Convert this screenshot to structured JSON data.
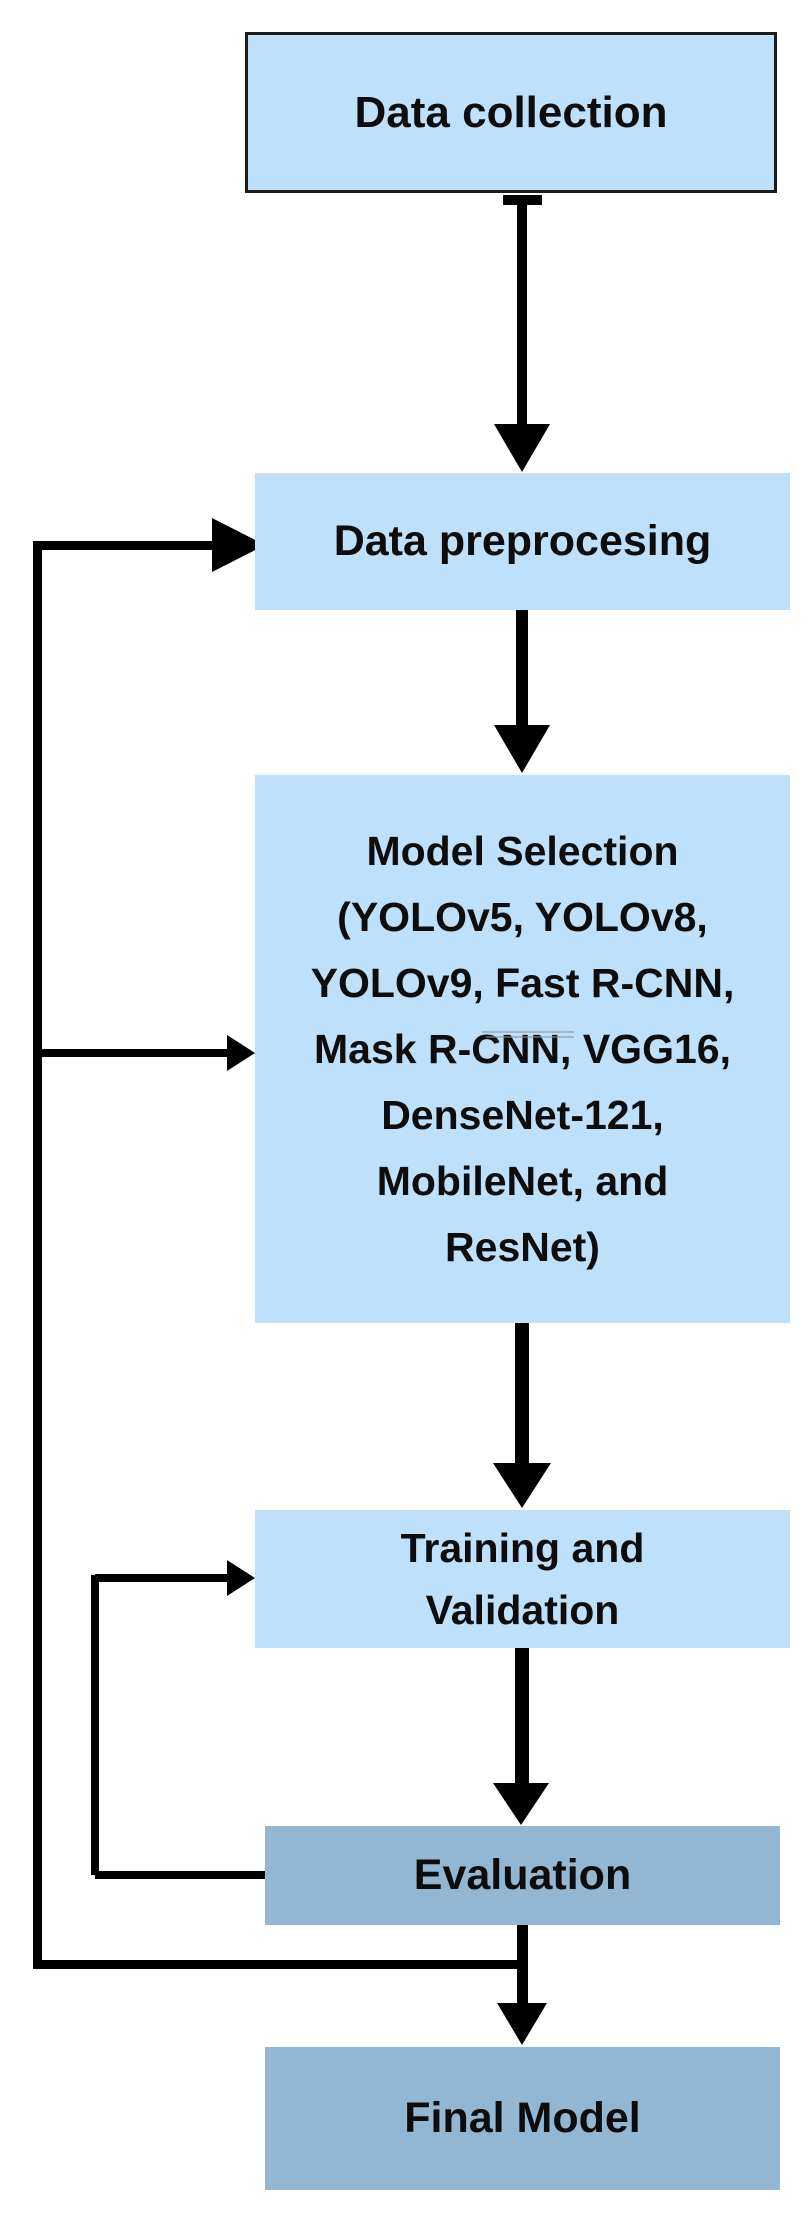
{
  "diagram": {
    "type": "flowchart",
    "background": "#ffffff",
    "colors": {
      "node_fill_light": "#bee0fb",
      "node_fill_dark": "#93b6d3",
      "node_border": "#1b1b1b",
      "connector": "#000000",
      "text": "#0d0d0d",
      "artifact_line": "#8a93a0"
    },
    "nodes": {
      "data_collection": {
        "label": "Data collection"
      },
      "data_preprocessing": {
        "label": "Data preprocesing"
      },
      "model_selection": {
        "lines": [
          "Model Selection",
          "(YOLOv5, YOLOv8,",
          "YOLOv9, Fast R-CNN,",
          "Mask R-CNN, VGG16,",
          "DenseNet-121,",
          "MobileNet, and",
          "ResNet)"
        ]
      },
      "training_validation": {
        "lines": [
          "Training and",
          "Validation"
        ]
      },
      "evaluation": {
        "label": "Evaluation"
      },
      "final_model": {
        "label": "Final Model"
      }
    },
    "edges": [
      {
        "from": "Data collection",
        "to": "Data preprocesing",
        "style": "arrow-down"
      },
      {
        "from": "Data preprocesing",
        "to": "Model Selection",
        "style": "arrow-down"
      },
      {
        "from": "Model Selection",
        "to": "Training and Validation",
        "style": "arrow-down-thick"
      },
      {
        "from": "Training and Validation",
        "to": "Evaluation",
        "style": "arrow-down"
      },
      {
        "from": "Evaluation",
        "to": "Final Model",
        "style": "arrow-down"
      },
      {
        "from": "Evaluation",
        "to": "Training and Validation",
        "style": "feedback-loop-left-inner"
      },
      {
        "from": "Evaluation",
        "to": "Data preprocesing",
        "style": "feedback-loop-left-outer"
      },
      {
        "from": "Evaluation",
        "to": "Model Selection",
        "style": "feedback-loop-left-outer-branch"
      }
    ]
  }
}
